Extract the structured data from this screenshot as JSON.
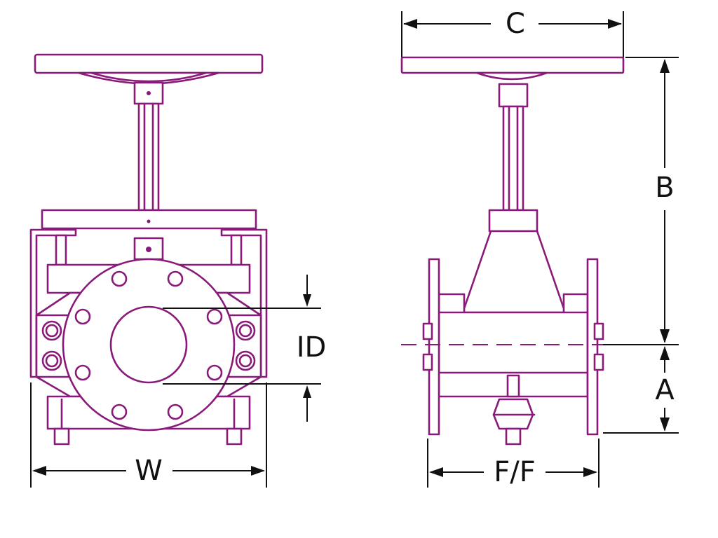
{
  "colors": {
    "valve_body": "#8a1a7a",
    "dimension": "#111111",
    "background": "#ffffff"
  },
  "labels": {
    "c": "C",
    "b": "B",
    "a": "A",
    "id": "ID",
    "w": "W",
    "ff": "F/F"
  },
  "views": [
    "front-view",
    "side-view"
  ]
}
